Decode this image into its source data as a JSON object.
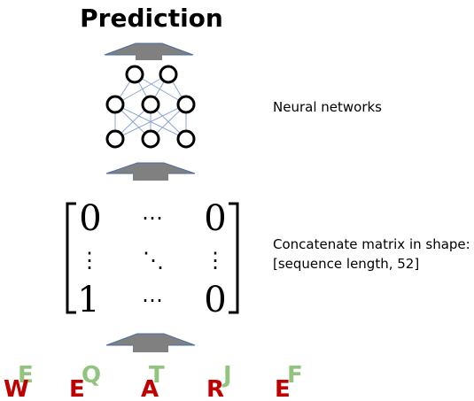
{
  "title": "Prediction",
  "labels": {
    "neural_networks": "Neural networks",
    "matrix_line1": "Concatenate matrix in shape:",
    "matrix_line2": "[sequence length, 52]"
  },
  "matrix": {
    "top_left": "0",
    "top_right": "0",
    "bottom_left": "1",
    "bottom_right": "0",
    "hdots": "⋯",
    "vdots": "⋮",
    "ddots": "⋱"
  },
  "sequence": {
    "front": [
      "W",
      "E",
      "A",
      "R",
      "E"
    ],
    "back": [
      "E",
      "Q",
      "T",
      "J",
      "F"
    ]
  },
  "colors": {
    "arrow": "#808080",
    "arrow_outline": "#4a6da0",
    "edges": "#8aa6d6",
    "front_letters": "#c00000",
    "back_letters": "#93c47d"
  },
  "icons": {
    "arrows": "up-arrow-icon",
    "neurons": "neuron-node-icon"
  }
}
